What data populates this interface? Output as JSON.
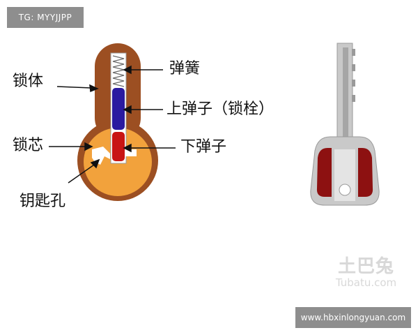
{
  "tag_text": "TG: MYYJJPP",
  "site_text": "www.hbxinlongyuan.com",
  "labels": {
    "lock_body": "锁体",
    "spring": "弹簧",
    "upper_pin": "上弹子（锁栓）",
    "lock_core": "锁芯",
    "lower_pin": "下弹子",
    "keyhole": "钥匙孔"
  },
  "watermark": {
    "chinese": "土巴兔",
    "latin": "Tubatu.com"
  },
  "colors": {
    "lock_body": "#9c4f22",
    "lock_core": "#f2a23c",
    "spring": "#6a6a6a",
    "upper_pin": "#2a1aa0",
    "lower_pin": "#c81414",
    "key_metal": "#c9c9c9",
    "key_cut": "#8d1111"
  }
}
